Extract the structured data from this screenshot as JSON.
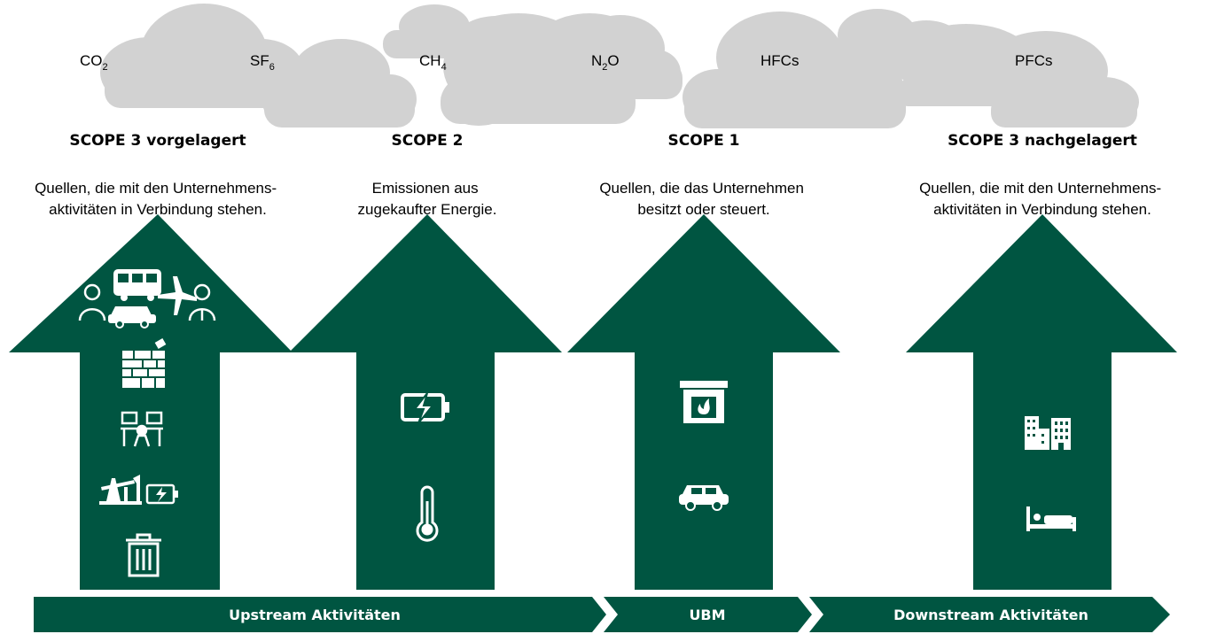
{
  "gases": [
    {
      "base": "CO",
      "sub": "2",
      "tail": ""
    },
    {
      "base": "SF",
      "sub": "6",
      "tail": ""
    },
    {
      "base": "CH",
      "sub": "4",
      "tail": ""
    },
    {
      "base": "N",
      "sub": "2",
      "tail": "O"
    },
    {
      "base": "HFCs",
      "sub": "",
      "tail": ""
    },
    {
      "base": "PFCs",
      "sub": "",
      "tail": ""
    }
  ],
  "scopes": [
    {
      "title": "SCOPE 3 vorgelagert",
      "desc": [
        "Quellen, die mit den Unternehmens-",
        "aktivitäten in Verbindung stehen."
      ]
    },
    {
      "title": "SCOPE 2",
      "desc": [
        "Emissionen aus",
        "zugekaufter Energie."
      ]
    },
    {
      "title": "SCOPE 1",
      "desc": [
        "Quellen, die das Unternehmen",
        "besitzt oder steuert."
      ]
    },
    {
      "title": "SCOPE 3 nachgelagert",
      "desc": [
        "Quellen, die mit den Unternehmens-",
        "aktivitäten in Verbindung stehen."
      ]
    }
  ],
  "bands": [
    {
      "label": "Upstream Aktivitäten"
    },
    {
      "label": "UBM"
    },
    {
      "label": "Downstream Aktivitäten"
    }
  ],
  "icons": {
    "scope3_up": [
      "people-travel-icon",
      "factory-icon",
      "office-desk-icon",
      "oil-pump-battery-icon",
      "trash-icon"
    ],
    "scope2": [
      "battery-charging-icon",
      "thermometer-icon"
    ],
    "scope1": [
      "fireplace-icon",
      "car-icon"
    ],
    "scope3_down": [
      "buildings-icon",
      "bed-icon"
    ]
  },
  "colors": {
    "arrow_green": "#005541",
    "cloud_grey": "#D2D2D2",
    "icon_white": "#FFFFFF"
  }
}
